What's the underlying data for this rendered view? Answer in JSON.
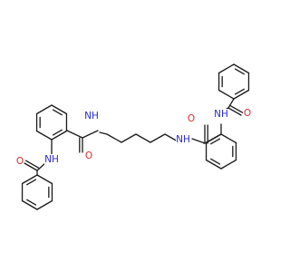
{
  "molecule": {
    "colors": {
      "bond": "#1a1a1a",
      "nitrogen": "#2c2cd6",
      "oxygen": "#d62c2c"
    },
    "labels": {
      "nh_left_ring": "NH",
      "o_left_benzoyl": "O",
      "nh_left_chain": "NH",
      "o_left_amide": "O",
      "nh_right_chain": "NH",
      "o_right_amide": "O",
      "nh_right_ring": "NH",
      "o_right_benzoyl": "O"
    }
  }
}
